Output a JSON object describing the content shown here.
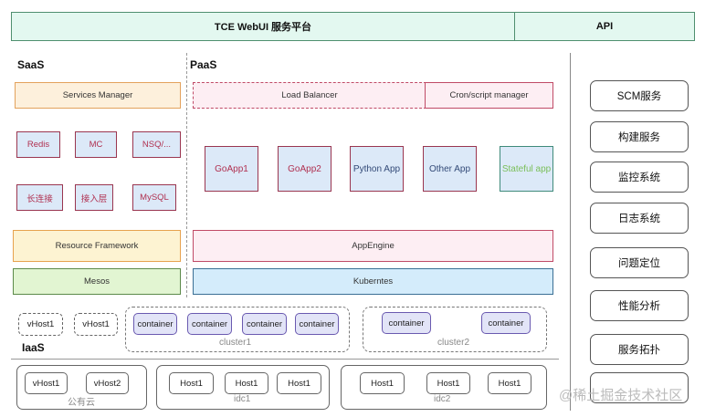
{
  "header": {
    "platform_title": "TCE WebUI 服务平台",
    "api_label": "API"
  },
  "saas": {
    "label": "SaaS",
    "services_manager": "Services Manager",
    "services": [
      "Redis",
      "MC",
      "NSQ/...",
      "长连接",
      "接入层",
      "MySQL"
    ],
    "resource_framework": "Resource Framework",
    "mesos": "Mesos"
  },
  "paas": {
    "label": "PaaS",
    "load_balancer": "Load Balancer",
    "cron_manager": "Cron/script manager",
    "apps": [
      "GoApp1",
      "GoApp2",
      "Python App",
      "Other App",
      "Stateful app"
    ],
    "app_engine": "AppEngine",
    "kubernetes": "Kuberntes"
  },
  "iaas": {
    "label": "IaaS",
    "vhosts": [
      "vHost1",
      "vHost1"
    ],
    "cluster1": {
      "label": "cluster1",
      "containers": [
        "container",
        "container",
        "container",
        "container"
      ]
    },
    "cluster2": {
      "label": "cluster2",
      "containers": [
        "container",
        "container"
      ]
    }
  },
  "infrastructure": {
    "public_cloud": {
      "label": "公有云",
      "hosts": [
        "vHost1",
        "vHost2"
      ]
    },
    "idc1": {
      "label": "idc1",
      "hosts": [
        "Host1",
        "Host1",
        "Host1"
      ]
    },
    "idc2": {
      "label": "idc2",
      "hosts": [
        "Host1",
        "Host1",
        "Host1"
      ]
    }
  },
  "right_services": [
    "SCM服务",
    "构建服务",
    "监控系统",
    "日志系统",
    "问题定位",
    "性能分析",
    "服务拓扑",
    ""
  ],
  "watermark": "@稀土掘金技术社区"
}
